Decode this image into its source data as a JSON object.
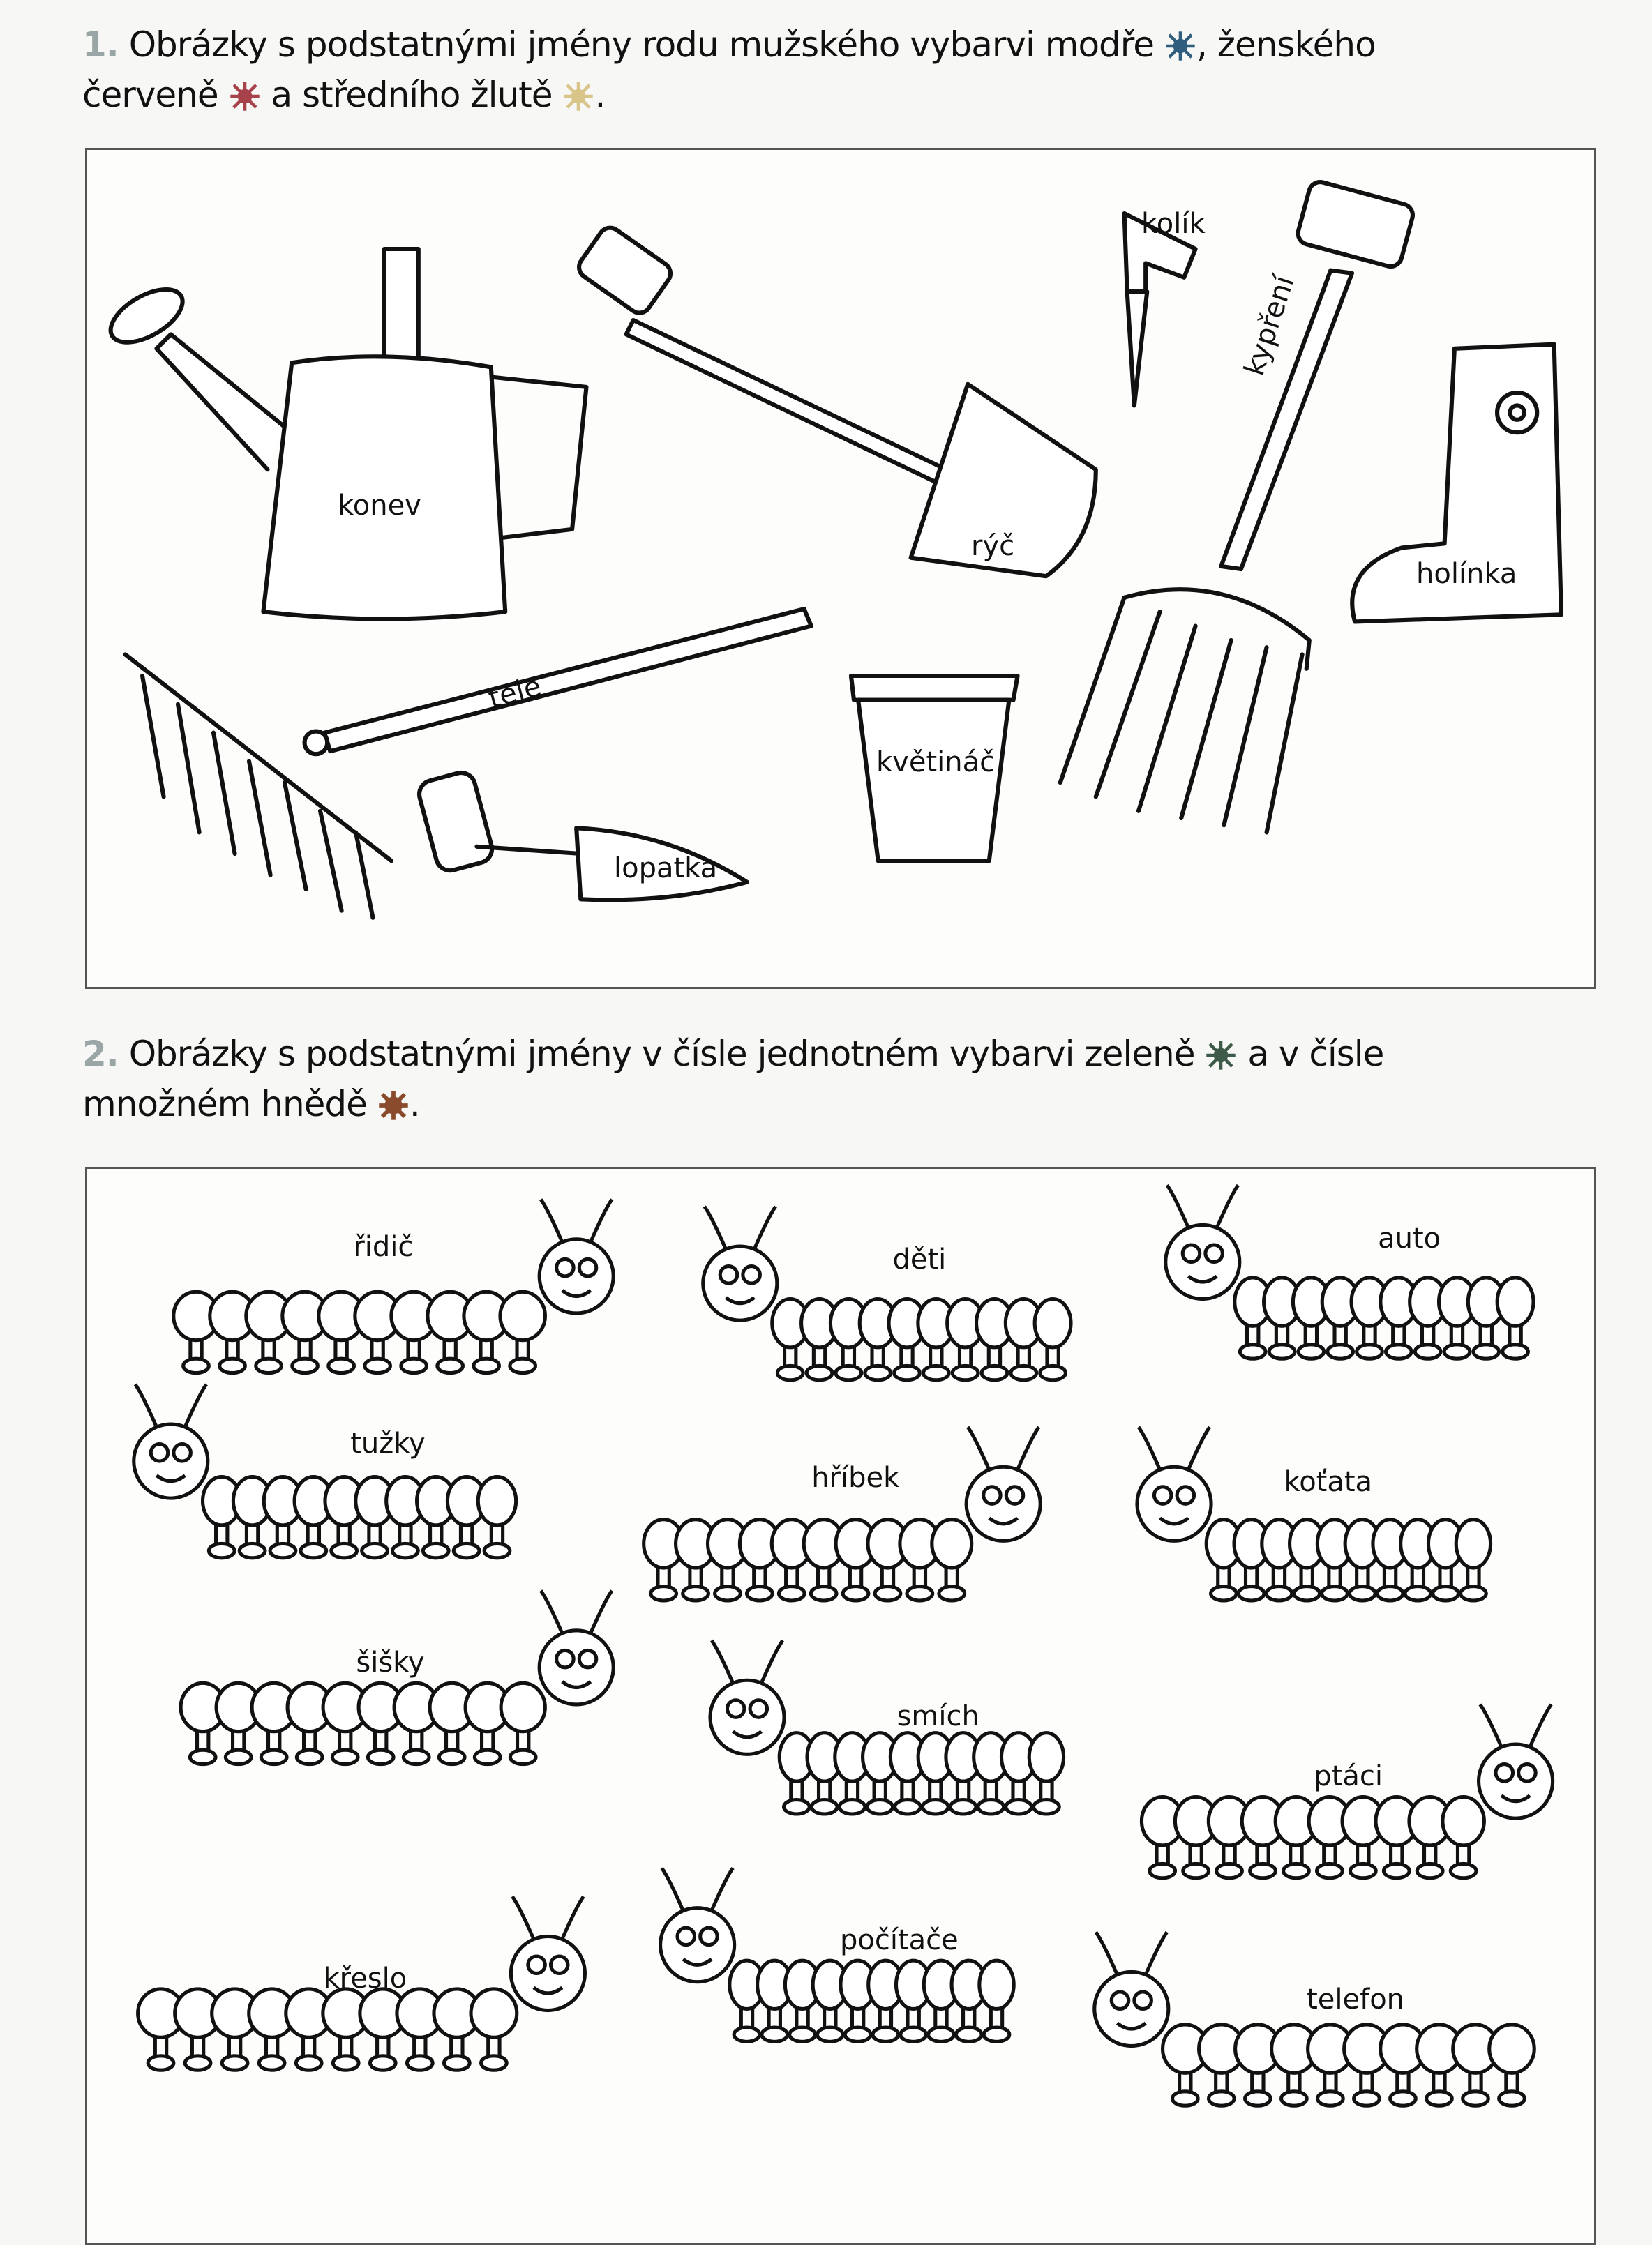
{
  "task1": {
    "number": "1.",
    "text_a": "Obrázky s podstatnými jmény rodu mužského vybarvi modře",
    "text_b": ", ženského",
    "text_c": "červeně",
    "text_d": "a středního žlutě",
    "text_e": ".",
    "colors": {
      "blue": "#2f5d7e",
      "red": "#a8424a",
      "yellow": "#d9c48a"
    },
    "labels": {
      "konev": "konev",
      "ryc": "rýč",
      "kolik": "kolík",
      "kypreni": "kypření",
      "holinka": "holínka",
      "tele": "tele",
      "kvetinac": "květináč",
      "lopatka": "lopatka"
    }
  },
  "task2": {
    "number": "2.",
    "text_a": "Obrázky s podstatnými jmény v čísle jednotném vybarvi zeleně",
    "text_b": "a v čísle",
    "text_c": "množném hnědě",
    "text_d": ".",
    "colors": {
      "green": "#3e5a48",
      "brown": "#8a4a2c"
    },
    "caterpillars": [
      "řidič",
      "děti",
      "auto",
      "tužky",
      "hříbek",
      "koťata",
      "šišky",
      "smích",
      "ptáci",
      "křeslo",
      "počítače",
      "telefon"
    ]
  }
}
